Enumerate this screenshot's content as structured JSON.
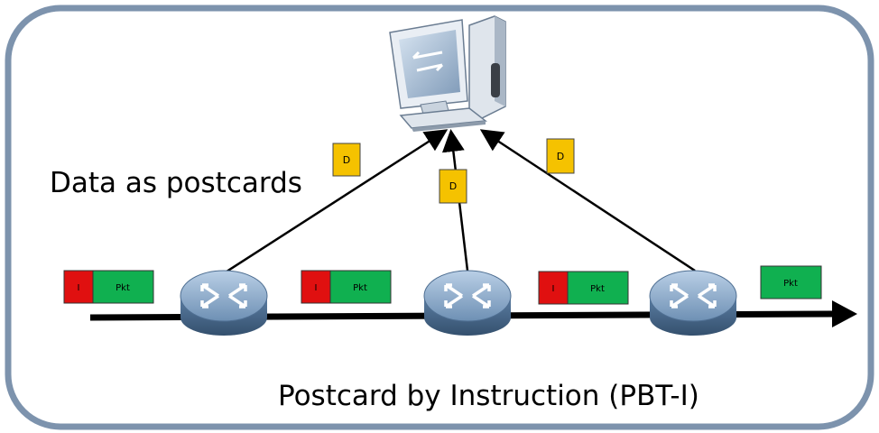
{
  "labels": {
    "data_postcards": "Data as postcards",
    "title": "Postcard by Instruction (PBT-I)"
  },
  "packets": [
    {
      "instruction": "I",
      "payload": "Pkt"
    },
    {
      "instruction": "I",
      "payload": "Pkt"
    },
    {
      "instruction": "I",
      "payload": "Pkt"
    },
    {
      "instruction": "",
      "payload": "Pkt"
    }
  ],
  "postcards": [
    "D",
    "D",
    "D"
  ],
  "icons": {
    "collector": "computer-collector-icon",
    "router": "router-icon"
  },
  "colors": {
    "instruction": "#e01010",
    "payload": "#10b050",
    "postcard": "#f5c200",
    "frame": "#7d93ad",
    "router_top": "#8aa7c7",
    "router_side": "#4f6f92"
  }
}
